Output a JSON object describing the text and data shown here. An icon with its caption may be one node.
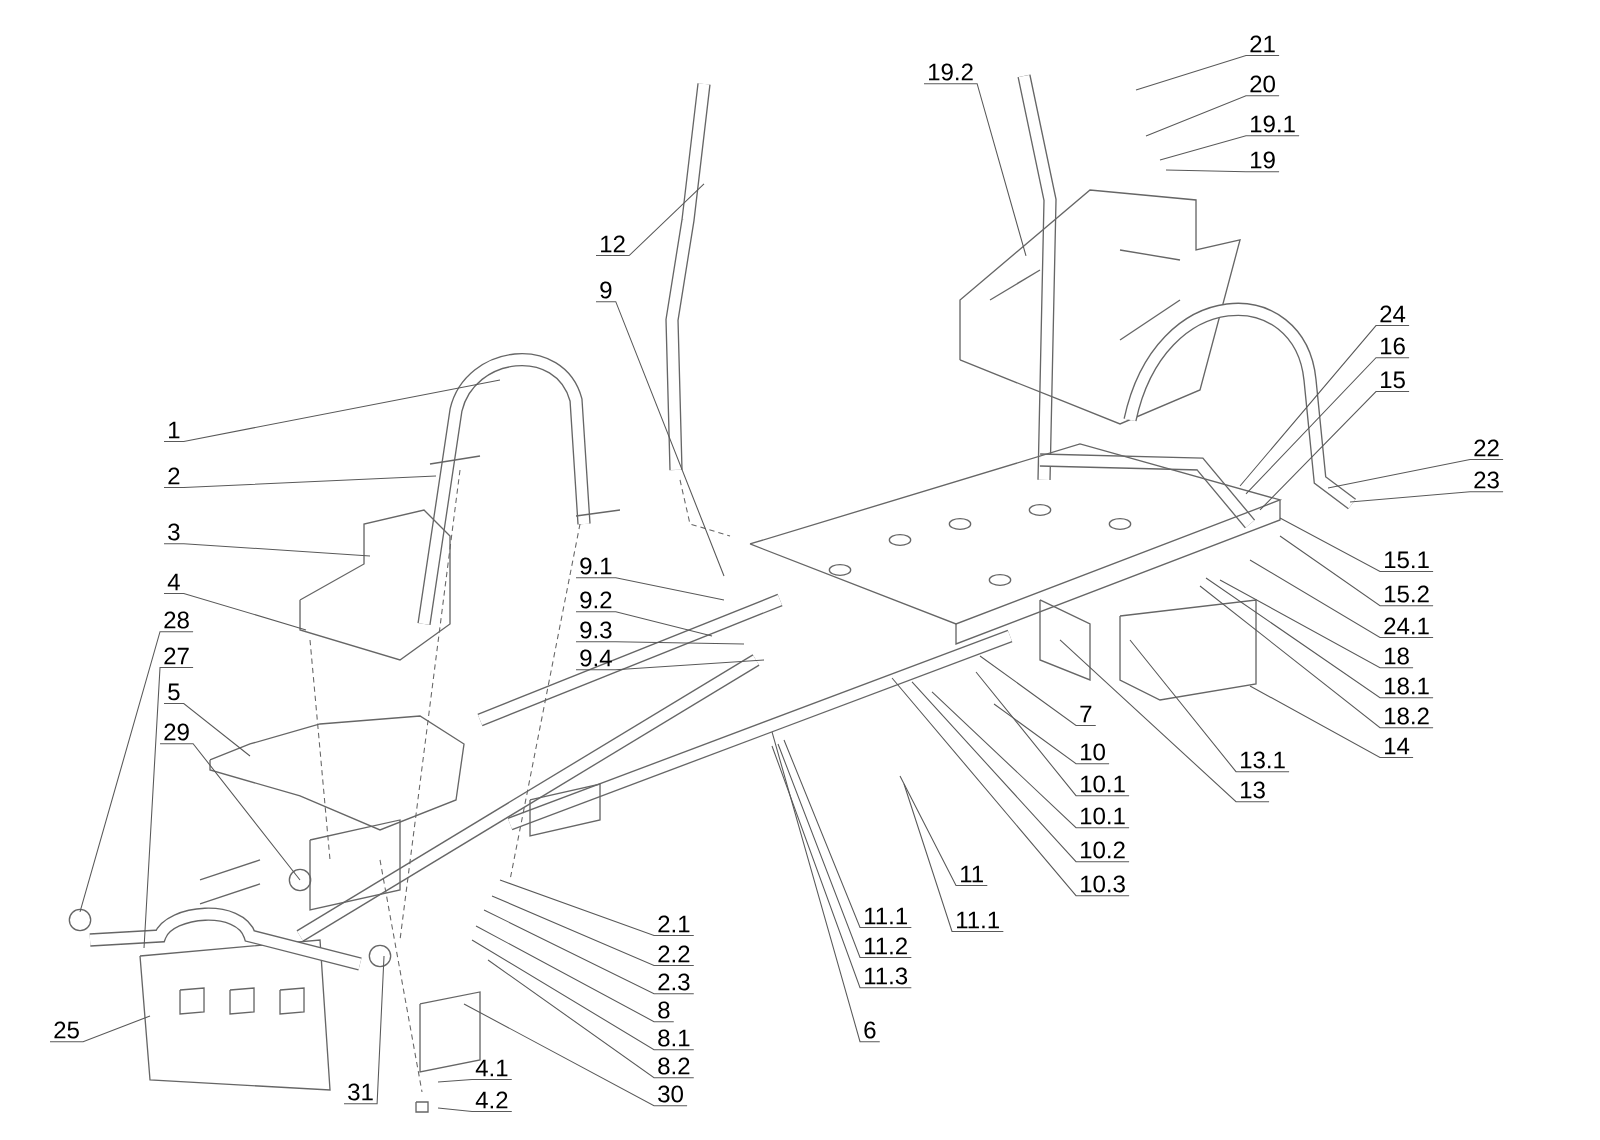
{
  "diagram": {
    "nodes": [
      {
        "text": [
          "1"
        ]
      },
      {
        "text": [
          "2"
        ]
      },
      {
        "text": [
          "3"
        ]
      },
      {
        "text": [
          "4"
        ]
      },
      {
        "text": [
          "28"
        ]
      },
      {
        "text": [
          "27"
        ]
      },
      {
        "text": [
          "5"
        ]
      },
      {
        "text": [
          "29"
        ]
      },
      {
        "text": [
          "25"
        ]
      },
      {
        "text": [
          "31"
        ]
      },
      {
        "text": [
          "4.1"
        ]
      },
      {
        "text": [
          "4.2"
        ]
      },
      {
        "text": [
          "12"
        ]
      },
      {
        "text": [
          "9"
        ]
      },
      {
        "text": [
          "9.1"
        ]
      },
      {
        "text": [
          "9.2"
        ]
      },
      {
        "text": [
          "9.3"
        ]
      },
      {
        "text": [
          "9.4"
        ]
      },
      {
        "text": [
          "2.1"
        ]
      },
      {
        "text": [
          "2.2"
        ]
      },
      {
        "text": [
          "2.3"
        ]
      },
      {
        "text": [
          "8"
        ]
      },
      {
        "text": [
          "8.1"
        ]
      },
      {
        "text": [
          "8.2"
        ]
      },
      {
        "text": [
          "30"
        ]
      },
      {
        "text": [
          "6"
        ]
      },
      {
        "text": [
          "11.1"
        ]
      },
      {
        "text": [
          "11.2"
        ]
      },
      {
        "text": [
          "11.3"
        ]
      },
      {
        "text": [
          "11"
        ]
      },
      {
        "text": [
          "11.1"
        ]
      },
      {
        "text": [
          "7"
        ]
      },
      {
        "text": [
          "10"
        ]
      },
      {
        "text": [
          "10.1"
        ]
      },
      {
        "text": [
          "10.1"
        ]
      },
      {
        "text": [
          "10.2"
        ]
      },
      {
        "text": [
          "10.3"
        ]
      },
      {
        "text": [
          "19.2"
        ]
      },
      {
        "text": [
          "21"
        ]
      },
      {
        "text": [
          "20"
        ]
      },
      {
        "text": [
          "19.1"
        ]
      },
      {
        "text": [
          "19"
        ]
      },
      {
        "text": [
          "24"
        ]
      },
      {
        "text": [
          "16"
        ]
      },
      {
        "text": [
          "15"
        ]
      },
      {
        "text": [
          "22"
        ]
      },
      {
        "text": [
          "23"
        ]
      },
      {
        "text": [
          "15.1"
        ]
      },
      {
        "text": [
          "15.2"
        ]
      },
      {
        "text": [
          "24.1"
        ]
      },
      {
        "text": [
          "18"
        ]
      },
      {
        "text": [
          "18.1"
        ]
      },
      {
        "text": [
          "18.2"
        ]
      },
      {
        "text": [
          "14"
        ]
      },
      {
        "text": [
          "13.1"
        ]
      },
      {
        "text": [
          "13"
        ]
      }
    ],
    "edges": [
      {
        "from": 0,
        "to": null,
        "arrow": "none"
      },
      {
        "from": 1,
        "to": null,
        "arrow": "none"
      },
      {
        "from": 2,
        "to": null,
        "arrow": "none"
      },
      {
        "from": 3,
        "to": null,
        "arrow": "none"
      },
      {
        "from": 4,
        "to": null,
        "arrow": "none"
      },
      {
        "from": 5,
        "to": null,
        "arrow": "none"
      },
      {
        "from": 6,
        "to": null,
        "arrow": "none"
      },
      {
        "from": 7,
        "to": null,
        "arrow": "none"
      },
      {
        "from": 8,
        "to": null,
        "arrow": "none"
      },
      {
        "from": 9,
        "to": null,
        "arrow": "none"
      },
      {
        "from": 10,
        "to": null,
        "arrow": "none"
      },
      {
        "from": 11,
        "to": null,
        "arrow": "none"
      },
      {
        "from": 12,
        "to": null,
        "arrow": "none"
      },
      {
        "from": 13,
        "to": null,
        "arrow": "none"
      },
      {
        "from": 14,
        "to": null,
        "arrow": "none"
      },
      {
        "from": 15,
        "to": null,
        "arrow": "none"
      },
      {
        "from": 16,
        "to": null,
        "arrow": "none"
      },
      {
        "from": 17,
        "to": null,
        "arrow": "none"
      },
      {
        "from": 18,
        "to": null,
        "arrow": "none"
      },
      {
        "from": 19,
        "to": null,
        "arrow": "none"
      },
      {
        "from": 20,
        "to": null,
        "arrow": "none"
      },
      {
        "from": 21,
        "to": null,
        "arrow": "none"
      },
      {
        "from": 22,
        "to": null,
        "arrow": "none"
      },
      {
        "from": 23,
        "to": null,
        "arrow": "none"
      },
      {
        "from": 24,
        "to": null,
        "arrow": "none"
      },
      {
        "from": 25,
        "to": null,
        "arrow": "none"
      },
      {
        "from": 26,
        "to": null,
        "arrow": "none"
      },
      {
        "from": 27,
        "to": null,
        "arrow": "none"
      },
      {
        "from": 28,
        "to": null,
        "arrow": "none"
      },
      {
        "from": 29,
        "to": null,
        "arrow": "none"
      },
      {
        "from": 30,
        "to": null,
        "arrow": "none"
      },
      {
        "from": 31,
        "to": null,
        "arrow": "none"
      },
      {
        "from": 32,
        "to": null,
        "arrow": "none"
      },
      {
        "from": 33,
        "to": null,
        "arrow": "none"
      },
      {
        "from": 34,
        "to": null,
        "arrow": "none"
      },
      {
        "from": 35,
        "to": null,
        "arrow": "none"
      },
      {
        "from": 36,
        "to": null,
        "arrow": "none"
      },
      {
        "from": 37,
        "to": null,
        "arrow": "none"
      },
      {
        "from": 38,
        "to": null,
        "arrow": "none"
      },
      {
        "from": 39,
        "to": null,
        "arrow": "none"
      },
      {
        "from": 40,
        "to": null,
        "arrow": "none"
      },
      {
        "from": 41,
        "to": null,
        "arrow": "none"
      },
      {
        "from": 42,
        "to": null,
        "arrow": "none"
      },
      {
        "from": 43,
        "to": null,
        "arrow": "none"
      },
      {
        "from": 44,
        "to": null,
        "arrow": "none"
      },
      {
        "from": 45,
        "to": null,
        "arrow": "none"
      },
      {
        "from": 46,
        "to": null,
        "arrow": "none"
      },
      {
        "from": 47,
        "to": null,
        "arrow": "none"
      },
      {
        "from": 48,
        "to": null,
        "arrow": "none"
      },
      {
        "from": 49,
        "to": null,
        "arrow": "none"
      },
      {
        "from": 50,
        "to": null,
        "arrow": "none"
      },
      {
        "from": 51,
        "to": null,
        "arrow": "none"
      },
      {
        "from": 52,
        "to": null,
        "arrow": "none"
      },
      {
        "from": 53,
        "to": null,
        "arrow": "none"
      },
      {
        "from": 54,
        "to": null,
        "arrow": "none"
      },
      {
        "from": 55,
        "to": null,
        "arrow": "none"
      }
    ]
  }
}
